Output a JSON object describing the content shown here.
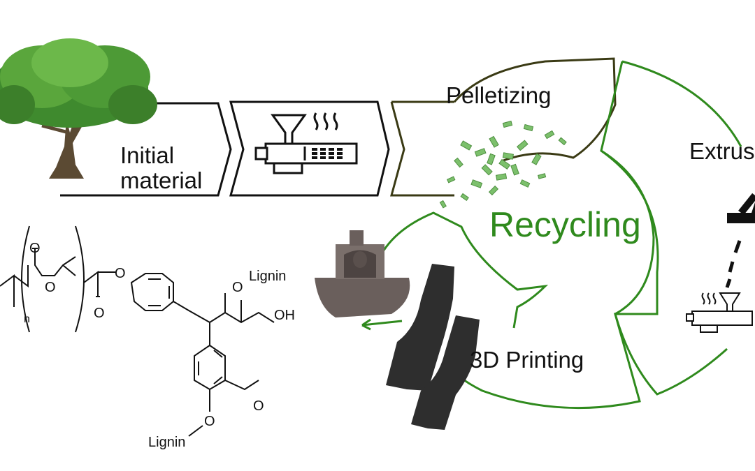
{
  "labels": {
    "initial_1": "Initial",
    "initial_2": "material",
    "pelletizing": "Pelletizing",
    "extrusion": "Extrus",
    "recycling": "Recycling",
    "printing": "3D Printing"
  },
  "chem": {
    "lignin_top": "Lignin",
    "lignin_bottom": "Lignin",
    "oh": "OH",
    "subscript_n": "n",
    "o": "O"
  },
  "icons": [
    "tree-icon",
    "extruder-icon",
    "pellets-icon",
    "printed-boat-icon",
    "tensile-specimen-icon",
    "extrusion-nozzle-icon",
    "small-extruder-icon"
  ],
  "colors": {
    "green": "#2f8a1d",
    "dark_olive": "#3a3a14",
    "pellet_green": "#7cc06c"
  }
}
